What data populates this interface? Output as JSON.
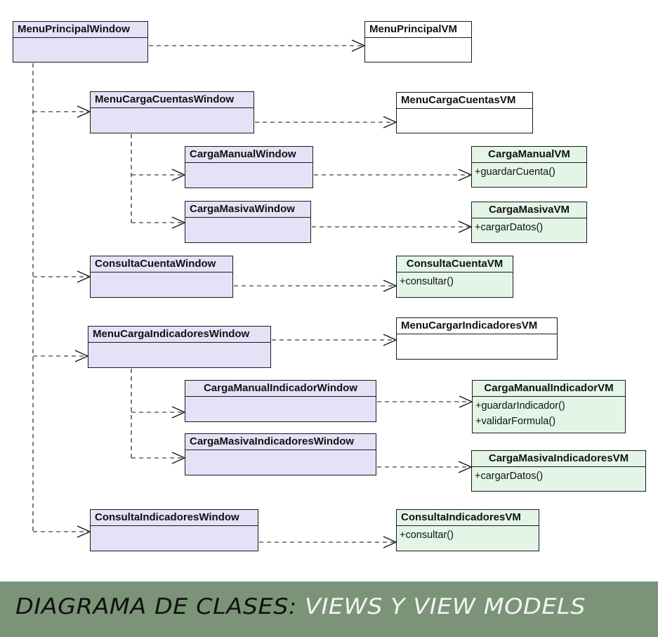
{
  "colors": {
    "window_fill": "#e6e1f6",
    "vm_fill_with_methods": "#e3f5e7",
    "vm_fill_empty": "#ffffff",
    "banner_bg": "#7b9478",
    "banner_text_dark": "#111111",
    "banner_text_light": "#f4f4f4"
  },
  "classes": {
    "menu_principal_window": {
      "name": "MenuPrincipalWindow",
      "methods": []
    },
    "menu_principal_vm": {
      "name": "MenuPrincipalVM",
      "methods": []
    },
    "menu_carga_cuentas_window": {
      "name": "MenuCargaCuentasWindow",
      "methods": []
    },
    "menu_carga_cuentas_vm": {
      "name": "MenuCargaCuentasVM",
      "methods": []
    },
    "carga_manual_window": {
      "name": "CargaManualWindow",
      "methods": []
    },
    "carga_manual_vm": {
      "name": "CargaManualVM",
      "methods": [
        "+guardarCuenta()"
      ]
    },
    "carga_masiva_window": {
      "name": "CargaMasivaWindow",
      "methods": []
    },
    "carga_masiva_vm": {
      "name": "CargaMasivaVM",
      "methods": [
        "+cargarDatos()"
      ]
    },
    "consulta_cuenta_window": {
      "name": "ConsultaCuentaWindow",
      "methods": []
    },
    "consulta_cuenta_vm": {
      "name": "ConsultaCuentaVM",
      "methods": [
        "+consultar()"
      ]
    },
    "menu_carga_indicadores_window": {
      "name": "MenuCargaIndicadoresWindow",
      "methods": []
    },
    "menu_cargar_indicadores_vm": {
      "name": "MenuCargarIndicadoresVM",
      "methods": []
    },
    "carga_manual_indicador_window": {
      "name": "CargaManualIndicadorWindow",
      "methods": []
    },
    "carga_manual_indicador_vm": {
      "name": "CargaManualIndicadorVM",
      "methods": [
        "+guardarIndicador()",
        "+validarFormula()"
      ]
    },
    "carga_masiva_indicadores_window": {
      "name": "CargaMasivaIndicadoresWindow",
      "methods": []
    },
    "carga_masiva_indicadores_vm": {
      "name": "CargaMasivaIndicadoresVM",
      "methods": [
        "+cargarDatos()"
      ]
    },
    "consulta_indicadores_window": {
      "name": "ConsultaIndicadoresWindow",
      "methods": []
    },
    "consulta_indicadores_vm": {
      "name": "ConsultaIndicadoresVM",
      "methods": [
        "+consultar()"
      ]
    }
  },
  "banner": {
    "title_part1": "DIAGRAMA DE CLASES:",
    "title_part2": " VIEWS Y VIEW MODELS"
  }
}
